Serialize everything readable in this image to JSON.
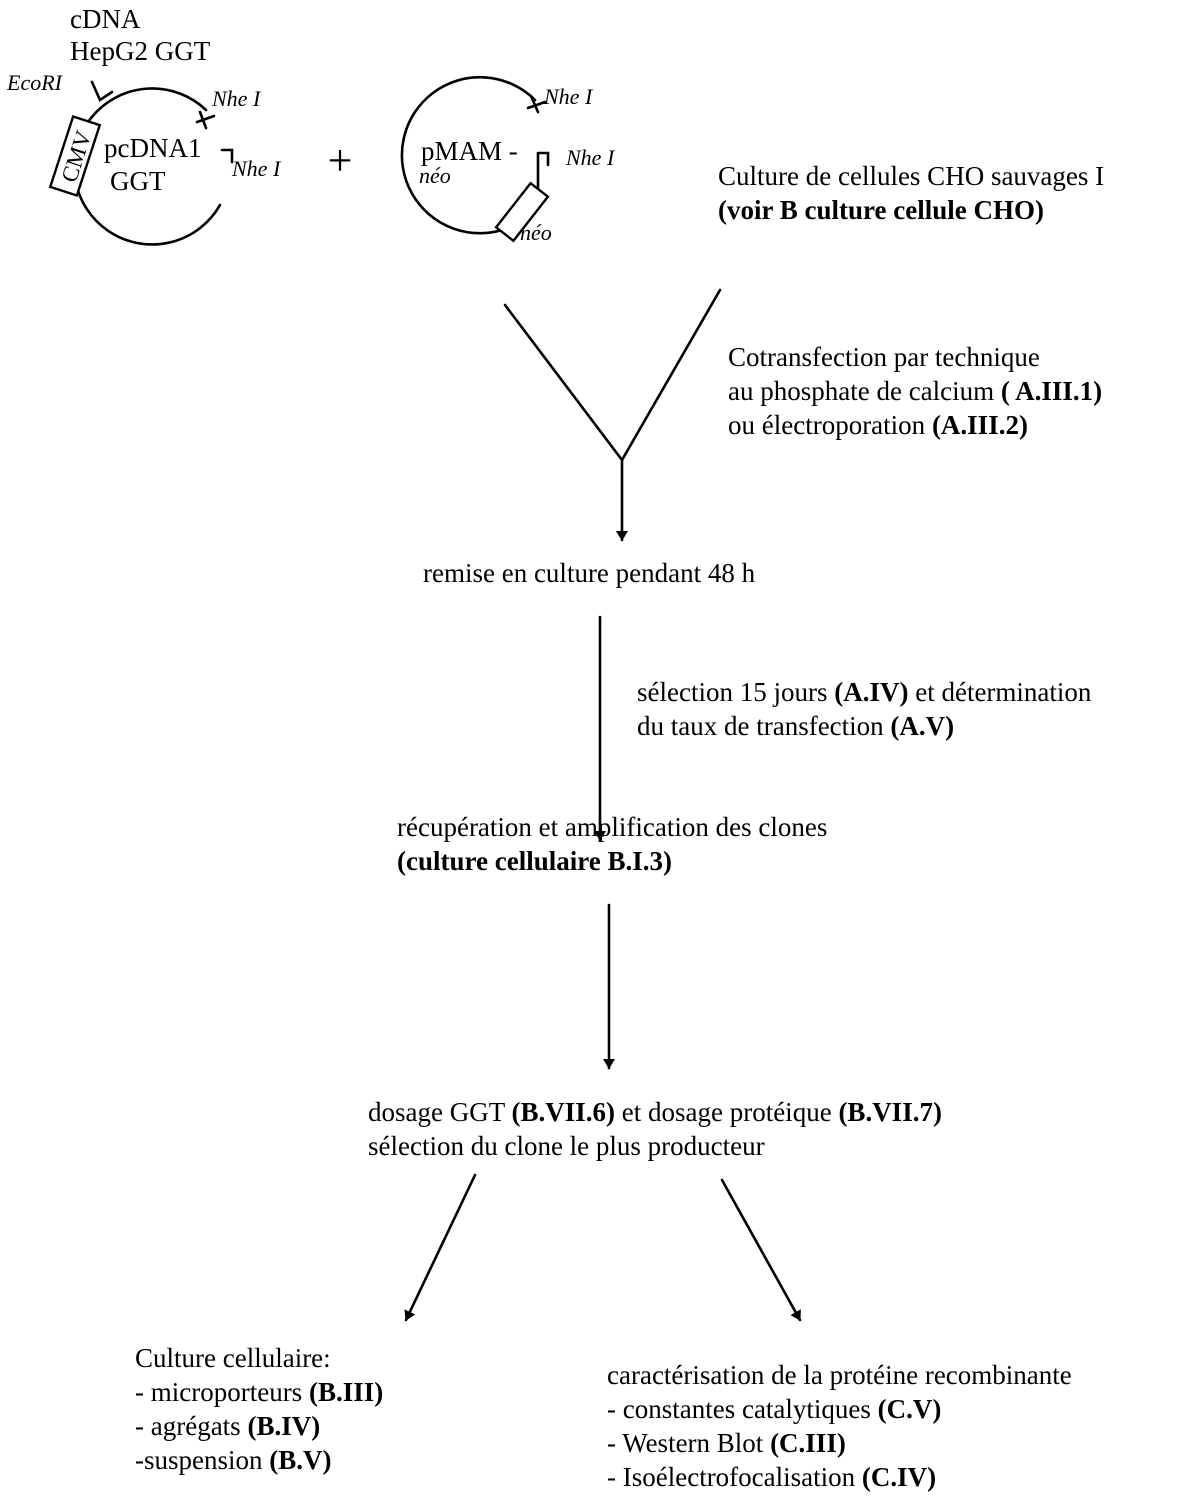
{
  "plasmid_1": {
    "insert_line1": "cDNA",
    "insert_line2": "HepG2 GGT",
    "site_ecori": "EcoRI",
    "site_nhe_top": "Nhe I",
    "site_nhe_bottom": "Nhe I",
    "promoter": "CMV",
    "name_line1": "pcDNA1",
    "name_line2": "GGT"
  },
  "plus_sign": "+",
  "plasmid_2": {
    "site_nhe_top": "Nhe I",
    "site_nhe_middle": "Nhe I",
    "name_line1": "pMAM -",
    "name_line2": "néo",
    "marker": "néo"
  },
  "host_cells": {
    "line1": "Culture de cellules CHO sauvages I",
    "line2": "(voir B culture cellule CHO)"
  },
  "cotransfection": {
    "line1": "Cotransfection par technique",
    "line2_text": "au phosphate de calcium ",
    "line2_ref": "( A.III.1)",
    "line3_text": "ou électroporation ",
    "line3_ref": "(A.III.2)"
  },
  "recovery_step": "remise en culture pendant 48 h",
  "selection": {
    "line1_text_a": "sélection 15 jours ",
    "line1_ref": "(A.IV)",
    "line1_text_b": " et détermination",
    "line2_text": "du taux de transfection ",
    "line2_ref": "(A.V)"
  },
  "clones": {
    "line1": "récupération et amplification des clones",
    "line2": "(culture cellulaire B.I.3)"
  },
  "assay": {
    "line1_text_a": "dosage GGT ",
    "line1_ref_a": "(B.VII.6)",
    "line1_text_b": " et dosage protéique ",
    "line1_ref_b": "(B.VII.7)",
    "line2": "sélection du clone le plus producteur"
  },
  "cell_culture": {
    "title": "Culture cellulaire:",
    "items": [
      {
        "text": "- microporteurs ",
        "ref": "(B.III)"
      },
      {
        "text": "- agrégats ",
        "ref": "(B.IV)"
      },
      {
        "text": "-suspension ",
        "ref": "(B.V)"
      }
    ]
  },
  "characterization": {
    "title": "caractérisation de la protéine recombinante",
    "items": [
      {
        "text": "- constantes catalytiques  ",
        "ref": "(C.V)"
      },
      {
        "text": "- Western Blot   ",
        "ref": "(C.III)"
      },
      {
        "text": "- Isoélectrofocalisation ",
        "ref": "(C.IV)"
      }
    ]
  }
}
